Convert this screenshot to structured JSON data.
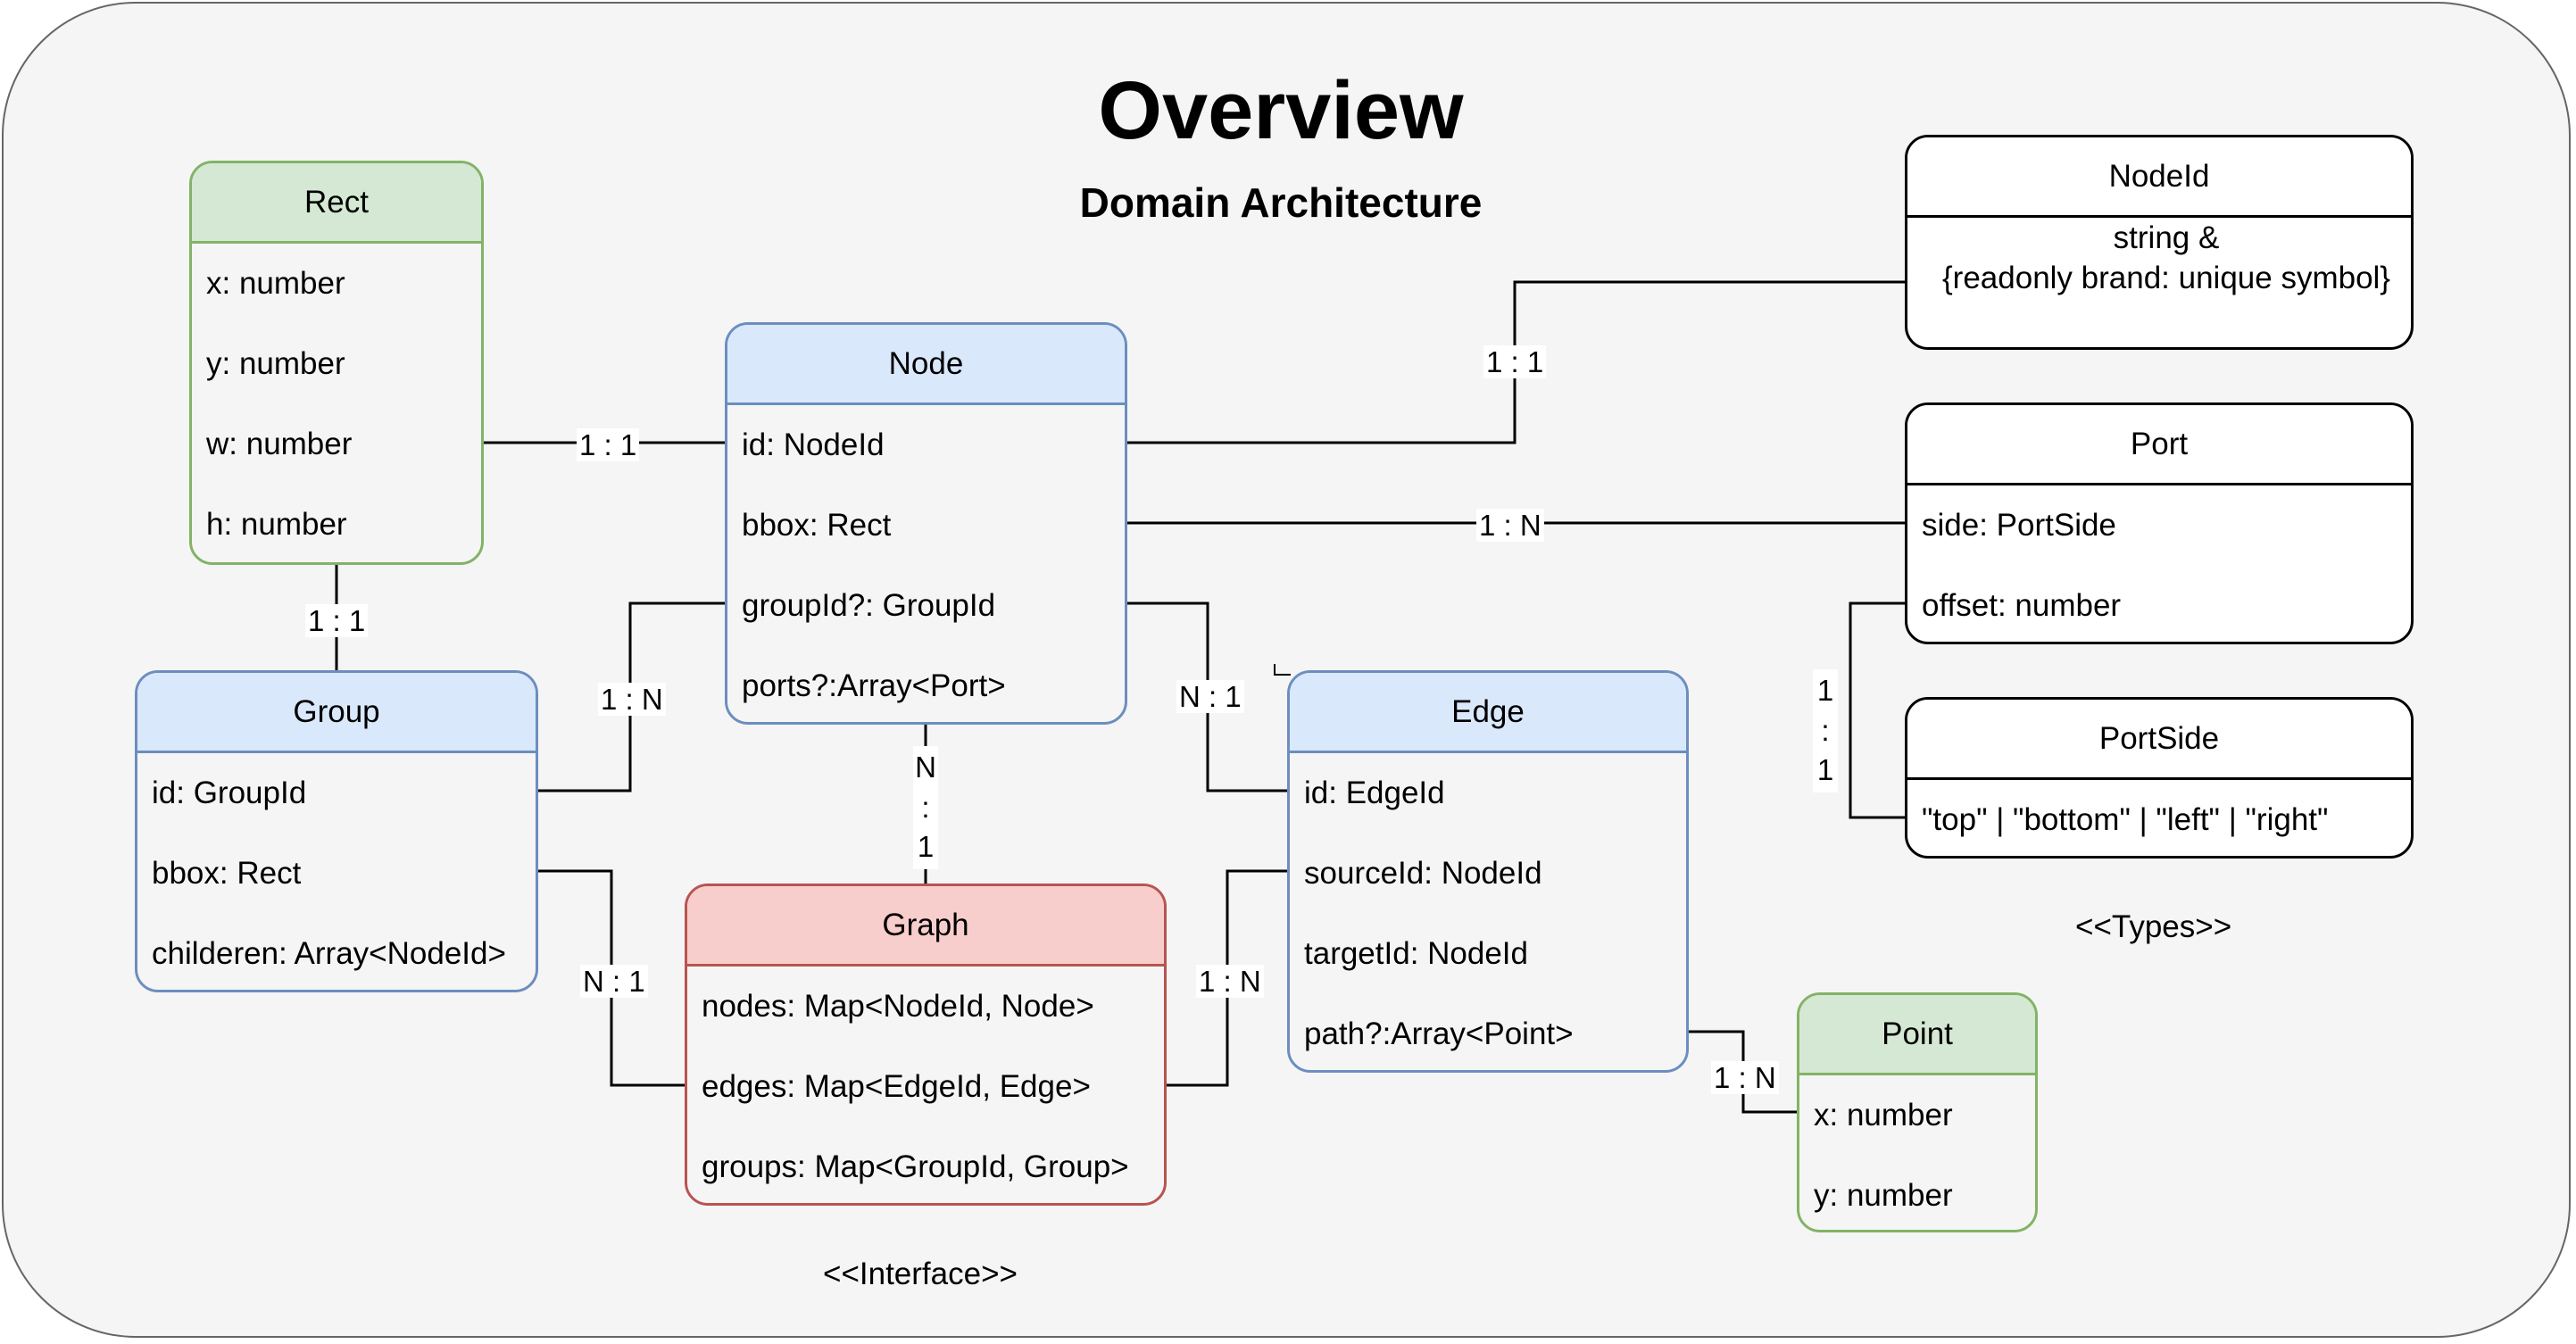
{
  "title": "Overview",
  "subtitle": "Domain Architecture",
  "captions": {
    "interface": "<<Interface>>",
    "types": "<<Types>>"
  },
  "colors": {
    "blue_header": "#dae8fc",
    "blue_border": "#6c8ebf",
    "green_header": "#d5e8d4",
    "green_border": "#82b366",
    "red_header": "#f8cecc",
    "red_border": "#b85450",
    "background": "#f5f5f5"
  },
  "classes": {
    "rect": {
      "name": "Rect",
      "fields": [
        "x: number",
        "y: number",
        "w: number",
        "h: number"
      ]
    },
    "node": {
      "name": "Node",
      "fields": [
        "id: NodeId",
        "bbox: Rect",
        "groupId?: GroupId",
        "ports?:Array<Port>"
      ]
    },
    "group": {
      "name": "Group",
      "fields": [
        "id: GroupId",
        "bbox: Rect",
        "childeren: Array<NodeId>"
      ]
    },
    "graph": {
      "name": "Graph",
      "fields": [
        "nodes: Map<NodeId, Node>",
        "edges: Map<EdgeId, Edge>",
        "groups: Map<GroupId, Group>"
      ]
    },
    "edge": {
      "name": "Edge",
      "fields": [
        "id: EdgeId",
        "sourceId: NodeId",
        "targetId: NodeId",
        "path?:Array<Point>"
      ]
    },
    "point": {
      "name": "Point",
      "fields": [
        "x: number",
        "y: number"
      ]
    },
    "nodeid": {
      "name": "NodeId",
      "fields": [
        "string &",
        "{readonly brand: unique symbol}"
      ]
    },
    "port": {
      "name": "Port",
      "fields": [
        "side: PortSide",
        "offset: number"
      ]
    },
    "portside": {
      "name": "PortSide",
      "fields": [
        "\"top\" | \"bottom\" | \"left\" | \"right\""
      ]
    }
  },
  "relations": {
    "rect_node": "1 : 1",
    "rect_group": "1 : 1",
    "node_nodeid": "1 : 1",
    "node_port": "1 : N",
    "group_node": "1 : N",
    "node_edge": "N : 1",
    "node_graph": [
      "N",
      ":",
      "1"
    ],
    "group_graph": "N : 1",
    "graph_edge": "1 : N",
    "edge_point": "1 : N",
    "port_portside": [
      "1",
      ":",
      "1"
    ]
  }
}
